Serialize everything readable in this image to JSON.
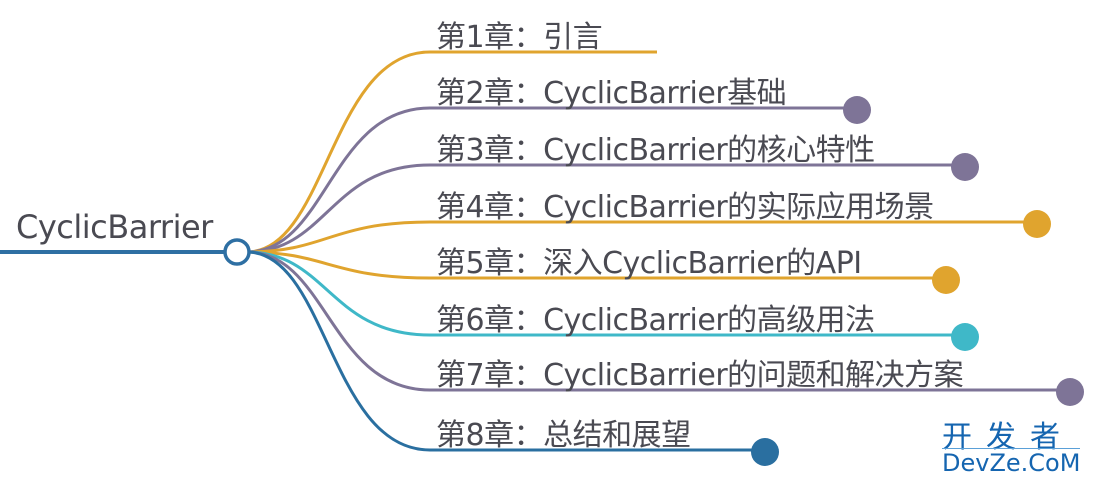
{
  "root": {
    "label": "CyclicBarrier",
    "color": "#2e6fa3"
  },
  "branches": [
    {
      "label": "第1章：引言",
      "color": "#e0a42e",
      "dot": false
    },
    {
      "label": "第2章：CyclicBarrier基础",
      "color": "#7e7497",
      "dot": true
    },
    {
      "label": "第3章：CyclicBarrier的核心特性",
      "color": "#7e7497",
      "dot": true
    },
    {
      "label": "第4章：CyclicBarrier的实际应用场景",
      "color": "#e0a42e",
      "dot": true
    },
    {
      "label": "第5章：深入CyclicBarrier的API",
      "color": "#e0a42e",
      "dot": true
    },
    {
      "label": "第6章：CyclicBarrier的高级用法",
      "color": "#3fb8c8",
      "dot": true
    },
    {
      "label": "第7章：CyclicBarrier的问题和解决方案",
      "color": "#7e7497",
      "dot": true
    },
    {
      "label": "第8章：总结和展望",
      "color": "#2a6fa0",
      "dot": true
    }
  ],
  "watermark": {
    "cn": "开发者",
    "en": "DevZe.CoM"
  }
}
